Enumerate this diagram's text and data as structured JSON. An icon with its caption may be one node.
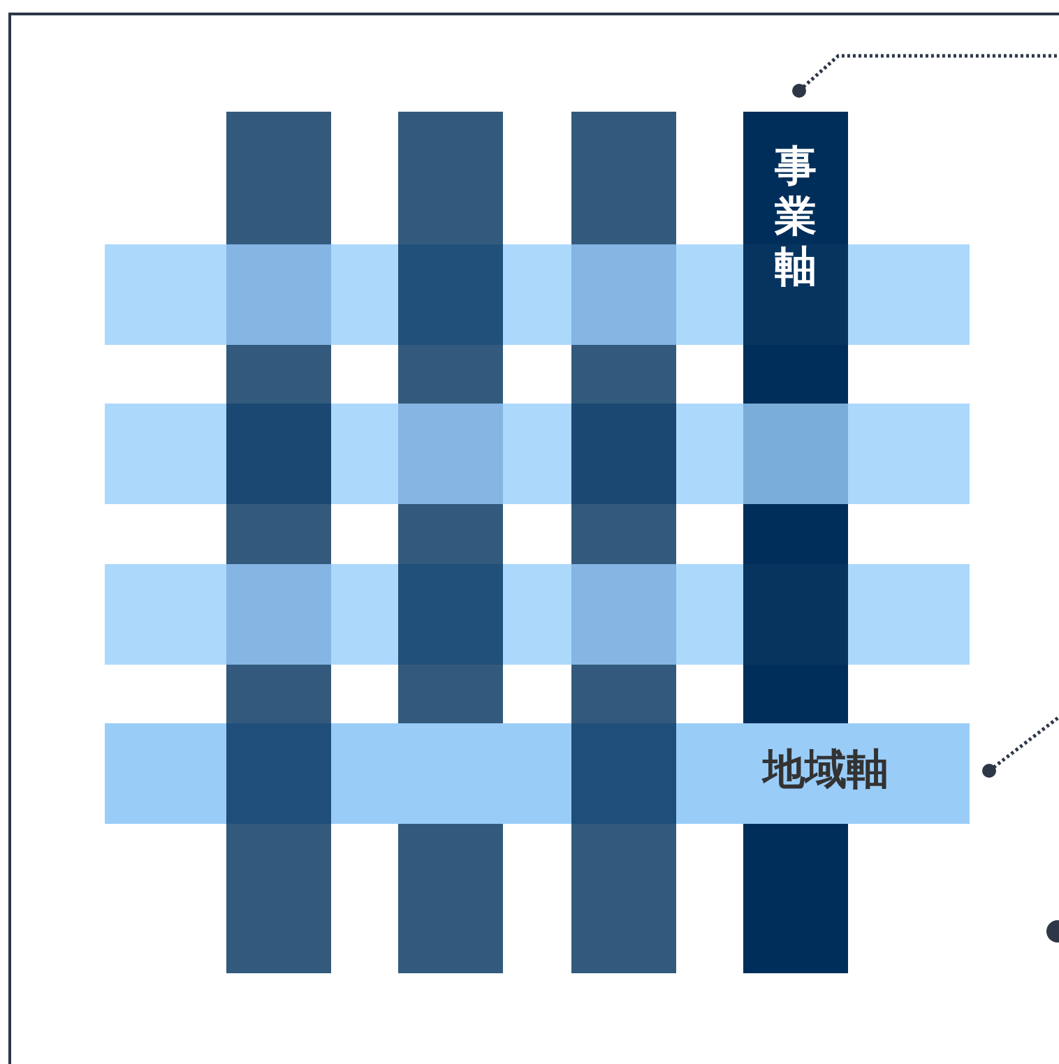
{
  "diagram": {
    "nodes": [
      {
        "text": [],
        "shape": "bar"
      },
      {
        "text": [],
        "shape": "bar"
      },
      {
        "text": [],
        "shape": "bar"
      },
      {
        "text": [
          "事業軸"
        ]
      },
      {
        "text": [],
        "shape": "bar"
      },
      {
        "text": [],
        "shape": "bar"
      },
      {
        "text": [],
        "shape": "bar"
      },
      {
        "text": [
          "地域軸"
        ]
      }
    ],
    "edges": [
      {
        "from": 3,
        "to": null,
        "arrow": "other",
        "style": "dashed"
      },
      {
        "from": 7,
        "to": null,
        "arrow": "other",
        "style": "dashed"
      }
    ]
  }
}
